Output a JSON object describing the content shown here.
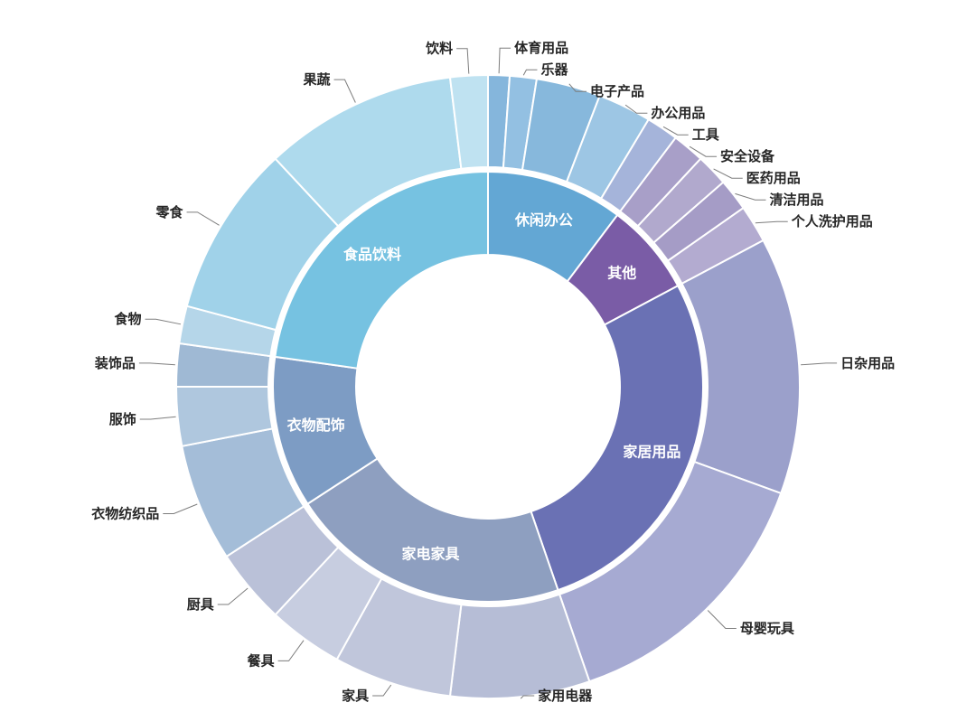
{
  "page": {
    "background": "#ffffff"
  },
  "chart_data": {
    "type": "sunburst",
    "title": "",
    "note": "Two-level donut (sunburst). No numeric labels are shown in the image; arc spans are estimated in degrees of the full circle, starting at 12 o'clock going clockwise.",
    "start_angle_deg": 0,
    "ring_labels": {
      "inner": "category",
      "outer": "subcategory"
    },
    "categories": [
      {
        "label": "休闲办公",
        "deg": 37,
        "color": "#63a7d4",
        "label_color": "#ffffff",
        "children": [
          {
            "label": "体育用品",
            "deg": 4,
            "color": "#85b6dc"
          },
          {
            "label": "乐器",
            "deg": 5,
            "color": "#93c0e2"
          },
          {
            "label": "电子产品",
            "deg": 12,
            "color": "#87b8dc"
          },
          {
            "label": "办公用品",
            "deg": 10,
            "color": "#9dc6e4"
          },
          {
            "label": "工具",
            "deg": 6,
            "color": "#a5b4da"
          }
        ]
      },
      {
        "label": "其他",
        "deg": 25,
        "color": "#7a5ca6",
        "label_color": "#ffffff",
        "children": [
          {
            "label": "安全设备",
            "deg": 6,
            "color": "#a89fc8"
          },
          {
            "label": "医药用品",
            "deg": 6,
            "color": "#b1a9cd"
          },
          {
            "label": "清洁用品",
            "deg": 6,
            "color": "#a59cc6"
          },
          {
            "label": "个人洗护用品",
            "deg": 7,
            "color": "#b3abd0"
          }
        ]
      },
      {
        "label": "家居用品",
        "deg": 99,
        "color": "#6a71b4",
        "label_color": "#ffffff",
        "children": [
          {
            "label": "日杂用品",
            "deg": 48,
            "color": "#9ba0cb"
          },
          {
            "label": "母婴玩具",
            "deg": 51,
            "color": "#a6aad2"
          }
        ]
      },
      {
        "label": "家电家具",
        "deg": 76,
        "color": "#8e9fc0",
        "label_color": "#ffffff",
        "children": [
          {
            "label": "家用电器",
            "deg": 26,
            "color": "#b6bdd6"
          },
          {
            "label": "家具",
            "deg": 22,
            "color": "#c0c6db"
          },
          {
            "label": "餐具",
            "deg": 14,
            "color": "#c7cde0"
          },
          {
            "label": "厨具",
            "deg": 14,
            "color": "#bac1d8"
          }
        ]
      },
      {
        "label": "衣物配饰",
        "deg": 41,
        "color": "#7d9cc4",
        "label_color": "#ffffff",
        "children": [
          {
            "label": "衣物纺织品",
            "deg": 22,
            "color": "#a4bdd8"
          },
          {
            "label": "服饰",
            "deg": 11,
            "color": "#afc7de"
          },
          {
            "label": "装饰品",
            "deg": 8,
            "color": "#9fb9d4"
          }
        ]
      },
      {
        "label": "食品饮料",
        "deg": 82,
        "color": "#76c2e1",
        "label_color": "#ffffff",
        "children": [
          {
            "label": "食物",
            "deg": 7,
            "color": "#b5d6e9"
          },
          {
            "label": "零食",
            "deg": 32,
            "color": "#a0d2e9"
          },
          {
            "label": "果蔬",
            "deg": 36,
            "color": "#aedaed"
          },
          {
            "label": "饮料",
            "deg": 7,
            "color": "#bfe2f1"
          }
        ]
      }
    ],
    "leader_line_color": "#7d7d7d",
    "label_text_color": "#262626",
    "inner_label_text_color": "#ffffff",
    "legend": "none",
    "grid": "off"
  }
}
